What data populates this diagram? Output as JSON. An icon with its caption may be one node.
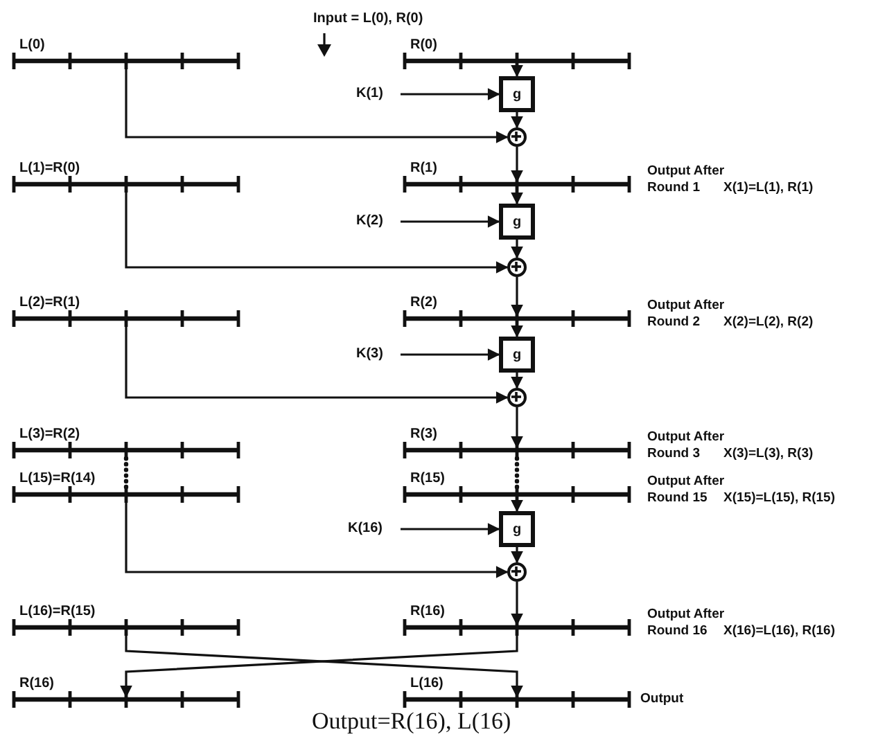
{
  "diagram": {
    "caption": "Output=R(16), L(16)",
    "nodes": [
      {
        "text": [
          "L(0)"
        ]
      },
      {
        "text": [
          "R(0)"
        ]
      },
      {
        "text": [
          "K(1)"
        ]
      },
      {
        "text": [
          "g"
        ]
      },
      {
        "text": [],
        "shape": "circle"
      },
      {
        "text": [
          "L(1)=R(0)"
        ]
      },
      {
        "text": [
          "R(1)"
        ],
        "beside": [
          "Output After Round 1",
          "X(1)=L(1), R(1)"
        ]
      },
      {
        "text": [
          "K(2)"
        ]
      },
      {
        "text": [
          "g"
        ]
      },
      {
        "text": [],
        "shape": "circle"
      },
      {
        "text": [
          "L(2)=R(1)"
        ]
      },
      {
        "text": [
          "R(2)"
        ],
        "beside": [
          "Output After Round 2",
          "X(2)=L(2), R(2)"
        ]
      },
      {
        "text": [
          "K(3)"
        ]
      },
      {
        "text": [
          "g"
        ]
      },
      {
        "text": [],
        "shape": "circle"
      },
      {
        "text": [
          "L(3)=R(2)"
        ]
      },
      {
        "text": [
          "R(3)"
        ],
        "beside": [
          "Output After Round 3",
          "X(3)=L(3), R(3)"
        ]
      },
      {
        "text": [
          "L(15)=R(14)"
        ]
      },
      {
        "text": [
          "R(15)"
        ],
        "beside": [
          "Output After Round 15",
          "X(15)=L(15), R(15)"
        ]
      },
      {
        "text": [
          "K(16)"
        ]
      },
      {
        "text": [
          "g"
        ]
      },
      {
        "text": [],
        "shape": "circle"
      },
      {
        "text": [
          "L(16)=R(15)"
        ]
      },
      {
        "text": [
          "R(16)"
        ],
        "beside": [
          "Output After Round 16",
          "X(16)=L(16), R(16)"
        ]
      },
      {
        "text": [
          "R(16)"
        ]
      },
      {
        "text": [
          "L(16)"
        ],
        "beside": [
          "Output"
        ]
      }
    ],
    "edges": [
      {
        "from": 1,
        "to": 3,
        "arrow": "to"
      },
      {
        "from": 2,
        "to": 3,
        "arrow": "to"
      },
      {
        "from": 3,
        "to": 4,
        "arrow": "to"
      },
      {
        "from": 0,
        "to": 4,
        "arrow": "to"
      },
      {
        "from": 4,
        "to": 6,
        "arrow": "to"
      },
      {
        "from": 6,
        "to": 8,
        "arrow": "to"
      },
      {
        "from": 7,
        "to": 8,
        "arrow": "to"
      },
      {
        "from": 8,
        "to": 9,
        "arrow": "to"
      },
      {
        "from": 5,
        "to": 9,
        "arrow": "to"
      },
      {
        "from": 9,
        "to": 11,
        "arrow": "to"
      },
      {
        "from": 11,
        "to": 13,
        "arrow": "to"
      },
      {
        "from": 12,
        "to": 13,
        "arrow": "to"
      },
      {
        "from": 13,
        "to": 14,
        "arrow": "to"
      },
      {
        "from": 10,
        "to": 14,
        "arrow": "to"
      },
      {
        "from": 14,
        "to": 16,
        "arrow": "to"
      },
      {
        "from": 16,
        "to": 18,
        "arrow": "none",
        "style": "dashed"
      },
      {
        "from": 15,
        "to": 17,
        "arrow": "none",
        "style": "dashed"
      },
      {
        "from": 18,
        "to": 20,
        "arrow": "to"
      },
      {
        "from": 19,
        "to": 20,
        "arrow": "to"
      },
      {
        "from": 20,
        "to": 21,
        "arrow": "to"
      },
      {
        "from": 17,
        "to": 21,
        "arrow": "to"
      },
      {
        "from": 21,
        "to": 23,
        "arrow": "to"
      },
      {
        "from": 22,
        "to": 25,
        "arrow": "to"
      },
      {
        "from": 23,
        "to": 24,
        "arrow": "to"
      }
    ],
    "labels": [
      "Input = L(0), R(0)"
    ]
  }
}
